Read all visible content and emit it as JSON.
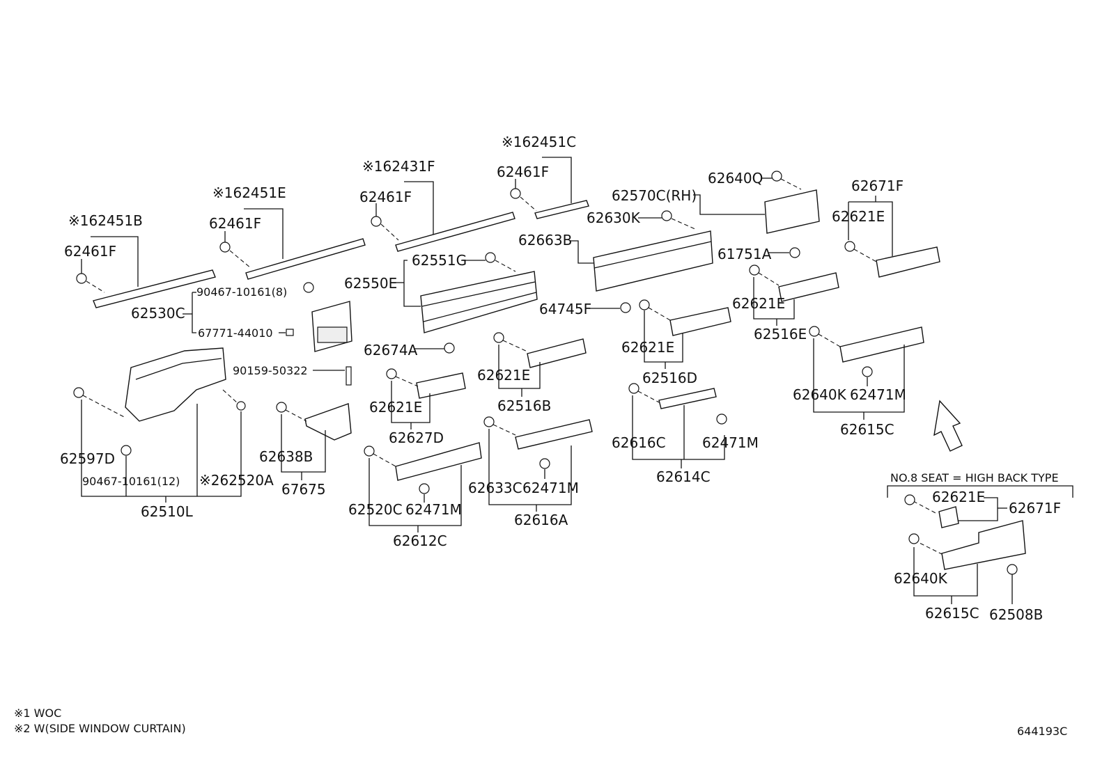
{
  "parts": {
    "p62451B": "※162451B",
    "p62461F_1": "62461F",
    "p62451E": "※162451E",
    "p62461F_2": "62461F",
    "p62431F": "※162431F",
    "p62461F_3": "62461F",
    "p62451C": "※162451C",
    "p62461F_4": "62461F",
    "p90467_8": "90467-10161(8)",
    "p62530C": "62530C",
    "p67771": "67771-44010",
    "p62551G": "62551G",
    "p62550E": "62550E",
    "p62674A": "62674A",
    "p90159": "90159-50322",
    "p62597D": "62597D",
    "p90467_12": "90467-10161(12)",
    "p62520A": "※262520A",
    "p62510L": "62510L",
    "p62638B": "62638B",
    "p67675": "67675",
    "p62621E_1": "62621E",
    "p62627D": "62627D",
    "p62621E_2": "62621E",
    "p62516B": "62516B",
    "p62520C": "62520C",
    "p62471M_1": "62471M",
    "p62612C": "62612C",
    "p62633C": "62633C",
    "p62471M_2": "62471M",
    "p62616A": "62616A",
    "p62570C": "62570C(RH)",
    "p62663B": "62663B",
    "p62630K": "62630K",
    "p64745F": "64745F",
    "p62621E_3": "62621E",
    "p62516D": "62516D",
    "p62616C": "62616C",
    "p62471M_3": "62471M",
    "p62614C": "62614C",
    "p62640Q": "62640Q",
    "p61751A": "61751A",
    "p62621E_4": "62621E",
    "p62516E": "62516E",
    "p62640K_1": "62640K",
    "p62471M_4": "62471M",
    "p62615C_1": "62615C",
    "p62671F_1": "62671F",
    "p62621E_5": "62621E",
    "inset_title": "NO.8 SEAT = HIGH BACK TYPE",
    "p62621E_6": "62621E",
    "p62671F_2": "62671F",
    "p62640K_2": "62640K",
    "p62615C_2": "62615C",
    "p62508B": "62508B"
  },
  "notes": {
    "note1": "※1 WOC",
    "note2": "※2 W(SIDE WINDOW CURTAIN)"
  },
  "figure_id": "644193C"
}
